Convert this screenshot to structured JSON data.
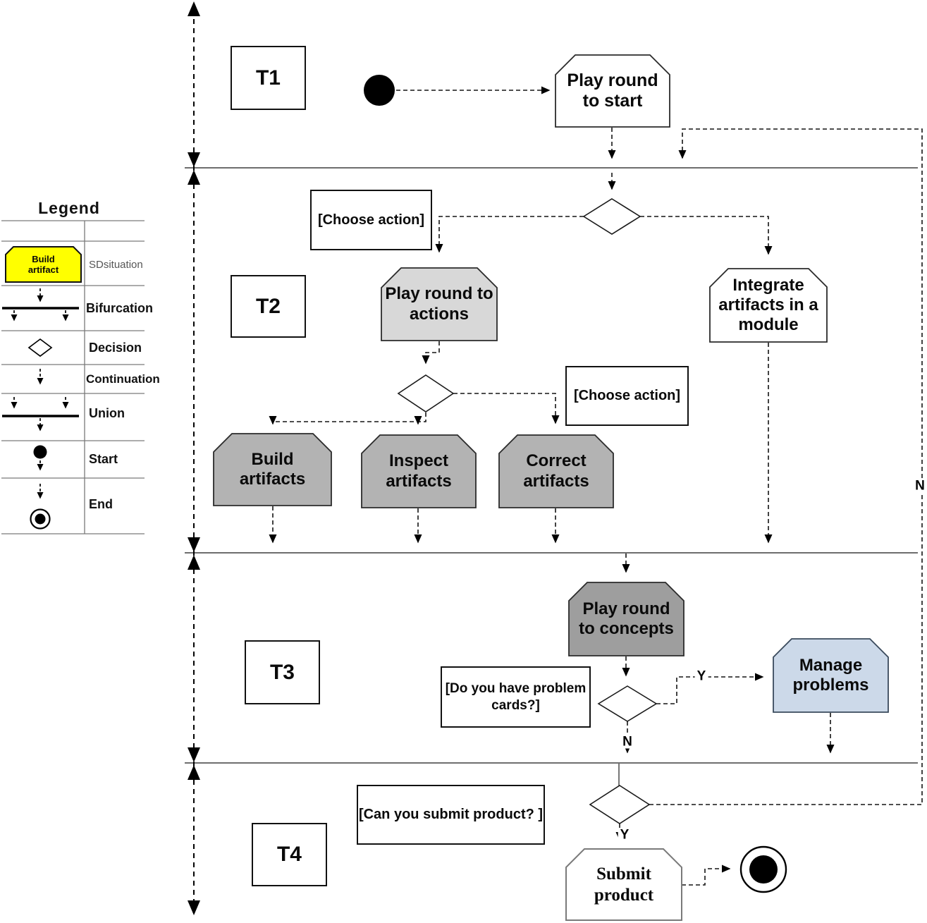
{
  "legend": {
    "title": "Legend",
    "sample_label": "Build\nartifact",
    "rows": [
      {
        "label": "SDsituation"
      },
      {
        "label": "Bifurcation"
      },
      {
        "label": "Decision"
      },
      {
        "label": "Continuation"
      },
      {
        "label": "Union"
      },
      {
        "label": "Start"
      },
      {
        "label": "End"
      }
    ]
  },
  "periods": [
    {
      "label": "T1"
    },
    {
      "label": "T2"
    },
    {
      "label": "T3"
    },
    {
      "label": "T4"
    }
  ],
  "activities": {
    "play_round_to_start": {
      "label": "Play round\nto start"
    },
    "play_round_to_actions": {
      "label": "Play round to\nactions"
    },
    "integrate_artifacts": {
      "label": "Integrate\nartifacts in a\nmodule"
    },
    "build_artifacts": {
      "label": "Build\nartifacts"
    },
    "inspect_artifacts": {
      "label": "Inspect\nartifacts"
    },
    "correct_artifacts": {
      "label": "Correct\nartifacts"
    },
    "play_round_to_concepts": {
      "label": "Play round\nto concepts"
    },
    "manage_problems": {
      "label": "Manage\nproblems"
    },
    "submit_product": {
      "label": "Submit\nproduct"
    }
  },
  "annotations": {
    "choose_action_1": {
      "label": "[Choose action]"
    },
    "choose_action_2": {
      "label": "[Choose action]"
    },
    "problem_cards": {
      "label": "[Do you have problem\ncards?]"
    },
    "submit_question": {
      "label": "[Can you submit product? ]"
    }
  },
  "branches": {
    "t3_yes": "Y",
    "t3_no": "N",
    "t4_yes": "Y",
    "t4_no": "N"
  },
  "colors": {
    "sd_yellow": "#ffff00",
    "light_gray": "#d8d8d8",
    "mid_gray": "#b3b3b3",
    "dark_gray": "#9e9e9e",
    "blue": "#ccd9e9",
    "white": "#ffffff"
  }
}
